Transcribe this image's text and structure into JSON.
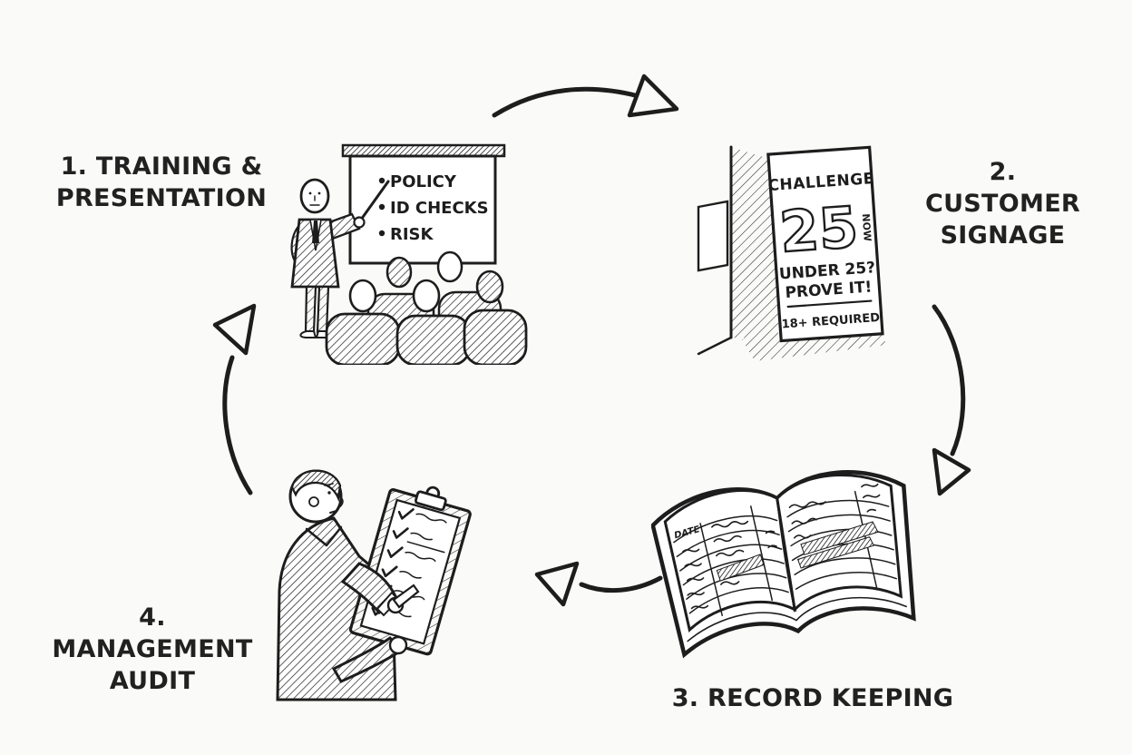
{
  "canvas": {
    "background": "#fafaf8",
    "ink": "#1d1d1d"
  },
  "diagram_type": "four-step cycle, hand-drawn sketch style",
  "step1": {
    "label_line1": "1. TRAINING &",
    "label_line2": "PRESENTATION",
    "board_items": [
      "POLICY",
      "ID CHECKS",
      "RISK"
    ]
  },
  "step2": {
    "label_line1": "2. CUSTOMER",
    "label_line2": "SIGNAGE",
    "sign_title": "CHALLENGE",
    "sign_number": "25",
    "sign_side_word": "NOW",
    "sign_question": "UNDER 25?",
    "sign_demand": "PROVE IT!",
    "sign_footer": "18+ REQUIRED"
  },
  "step3": {
    "label": "3. RECORD KEEPING",
    "ledger_header": "DATE"
  },
  "step4": {
    "label_line1": "4. MANAGEMENT",
    "label_line2": "AUDIT"
  }
}
